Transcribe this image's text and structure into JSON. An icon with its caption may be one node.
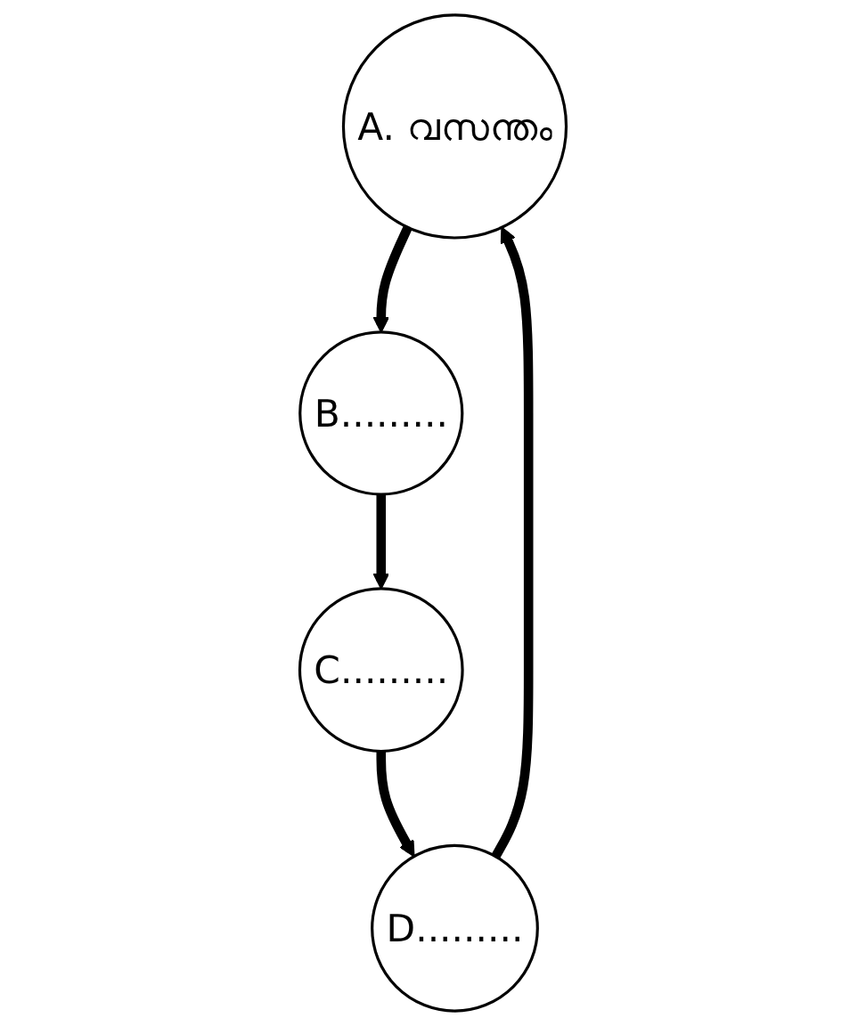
{
  "diagram": {
    "nodes": [
      {
        "text": [
          "A. വസന്തം"
        ]
      },
      {
        "text": [
          "B........."
        ]
      },
      {
        "text": [
          "C........."
        ]
      },
      {
        "text": [
          "D........."
        ]
      }
    ],
    "edges": [
      {
        "from": 0,
        "to": 1,
        "arrow": "to"
      },
      {
        "from": 1,
        "to": 2,
        "arrow": "to"
      },
      {
        "from": 2,
        "to": 3,
        "arrow": "to"
      },
      {
        "from": 3,
        "to": 0,
        "arrow": "to"
      }
    ]
  }
}
